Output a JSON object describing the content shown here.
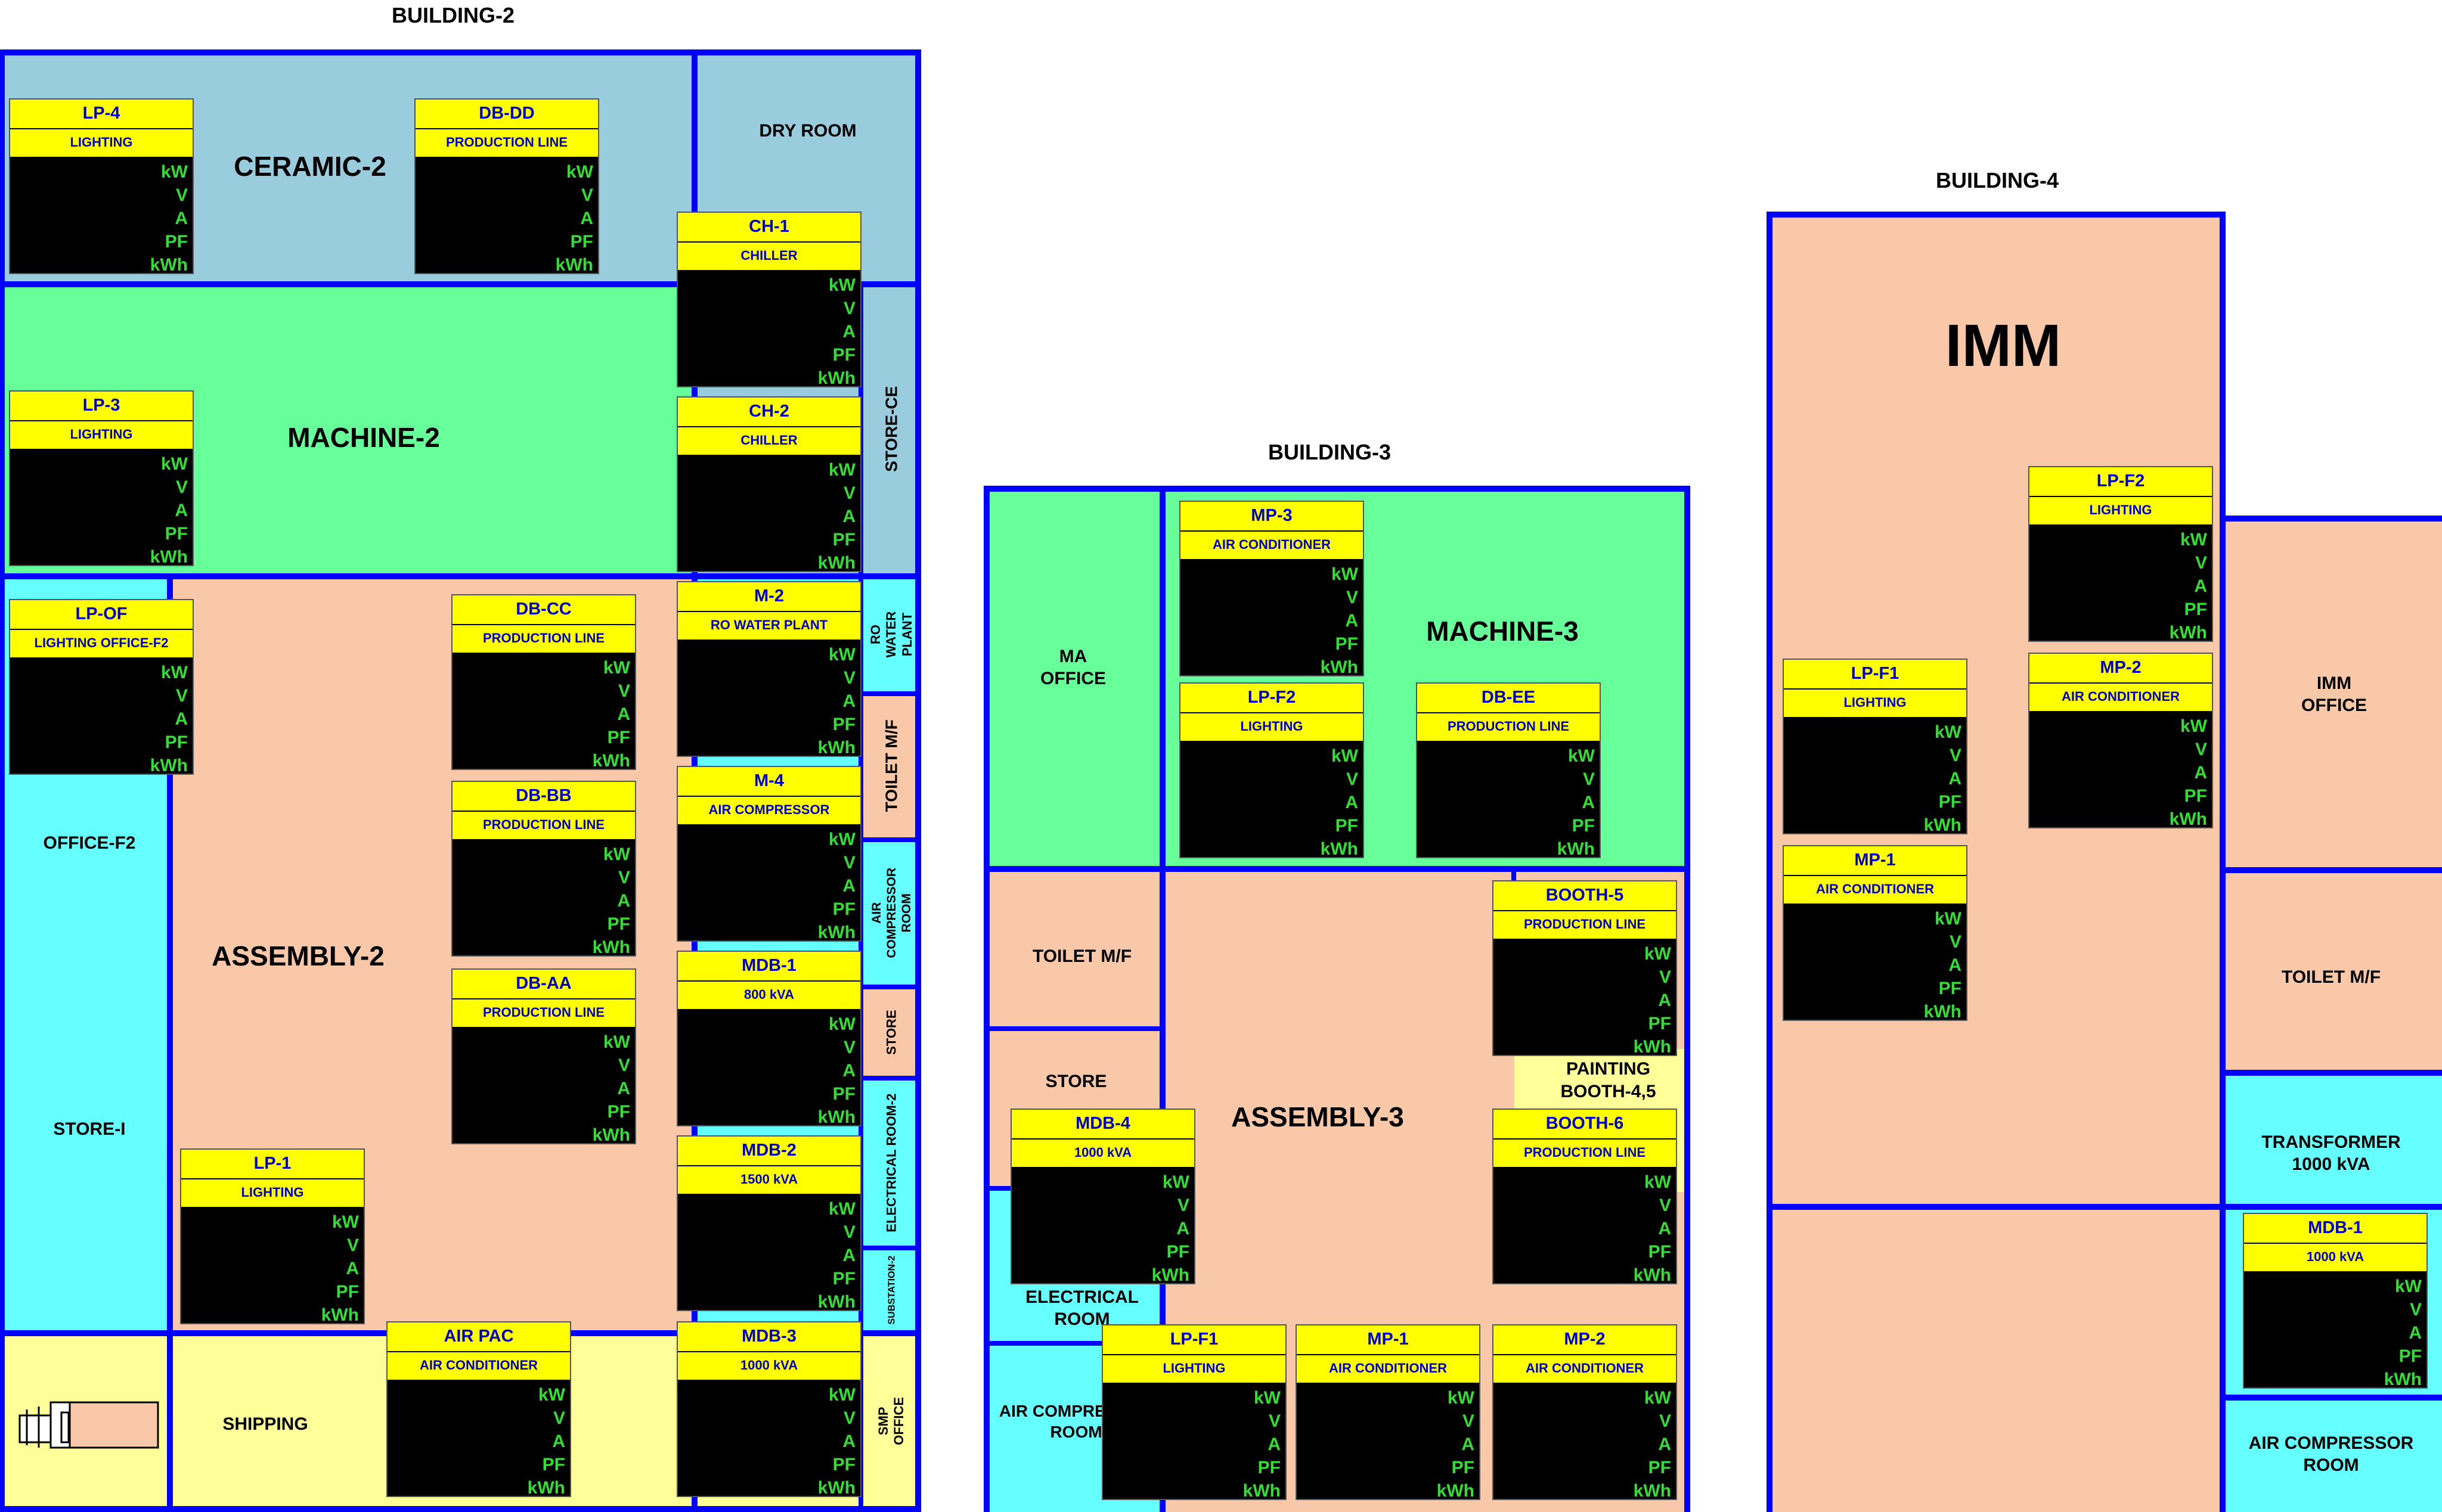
{
  "buildings": {
    "b2": "BUILDING-2",
    "b3": "BUILDING-3",
    "b4": "BUILDING-4"
  },
  "rooms": {
    "ceramic2": "CERAMIC-2",
    "dry_room": "DRY ROOM",
    "machine2": "MACHINE-2",
    "store_ce": "STORE-CE",
    "office_f2": "OFFICE-F2",
    "store_i": "STORE-I",
    "assembly2": "ASSEMBLY-2",
    "ro_water_plant": "RO WATER PLANT",
    "toilet_mf_b2": "TOILET M/F",
    "air_comp_room_b2": "AIR COMPRESSOR ROOM",
    "store_b2": "STORE",
    "electrical_room2": "ELECTRICAL ROOM-2",
    "substation2": "SUBSTATION-2",
    "smp_office": "SMP OFFICE",
    "shipping": "SHIPPING",
    "ma_office": "MA OFFICE",
    "machine3": "MACHINE-3",
    "toilet_mf_b3": "TOILET M/F",
    "store_b3": "STORE",
    "assembly3": "ASSEMBLY-3",
    "painting_booth": "PAINTING BOOTH-4,5",
    "electrical_room_b3": "ELECTRICAL ROOM",
    "air_comp_b3": "AIR COMPRESSOR ROOM",
    "imm": "IMM",
    "imm_office": "IMM OFFICE",
    "toilet_mf_b4": "TOILET M/F",
    "transformer": "TRANSFORMER 1000 kVA",
    "air_comp_room_b4": "AIR COMPRESSOR ROOM"
  },
  "units": [
    "kW",
    "V",
    "A",
    "PF",
    "kWh"
  ],
  "meters": [
    {
      "name": "LP-4",
      "type": "LIGHTING"
    },
    {
      "name": "DB-DD",
      "type": "PRODUCTION LINE"
    },
    {
      "name": "CH-1",
      "type": "CHILLER"
    },
    {
      "name": "LP-3",
      "type": "LIGHTING"
    },
    {
      "name": "CH-2",
      "type": "CHILLER"
    },
    {
      "name": "LP-OF",
      "type": "LIGHTING OFFICE-F2"
    },
    {
      "name": "DB-CC",
      "type": "PRODUCTION LINE"
    },
    {
      "name": "M-2",
      "type": "RO WATER PLANT"
    },
    {
      "name": "DB-BB",
      "type": "PRODUCTION LINE"
    },
    {
      "name": "M-4",
      "type": "AIR COMPRESSOR"
    },
    {
      "name": "DB-AA",
      "type": "PRODUCTION LINE"
    },
    {
      "name": "MDB-1",
      "type": "800 kVA"
    },
    {
      "name": "LP-1",
      "type": "LIGHTING"
    },
    {
      "name": "MDB-2",
      "type": "1500 kVA"
    },
    {
      "name": "AIR PAC",
      "type": "AIR CONDITIONER"
    },
    {
      "name": "MDB-3",
      "type": "1000 kVA"
    },
    {
      "name": "MP-3",
      "type": "AIR CONDITIONER"
    },
    {
      "name": "LP-F2",
      "type": "LIGHTING"
    },
    {
      "name": "DB-EE",
      "type": "PRODUCTION LINE"
    },
    {
      "name": "BOOTH-5",
      "type": "PRODUCTION LINE"
    },
    {
      "name": "MDB-4",
      "type": "1000 kVA"
    },
    {
      "name": "BOOTH-6",
      "type": "PRODUCTION LINE"
    },
    {
      "name": "LP-F1",
      "type": "LIGHTING"
    },
    {
      "name": "MP-1",
      "type": "AIR CONDITIONER"
    },
    {
      "name": "MP-2",
      "type": "AIR CONDITIONER"
    },
    {
      "name": "LP-F2",
      "type": "LIGHTING"
    },
    {
      "name": "LP-F1",
      "type": "LIGHTING"
    },
    {
      "name": "MP-2",
      "type": "AIR CONDITIONER"
    },
    {
      "name": "MP-1",
      "type": "AIR CONDITIONER"
    },
    {
      "name": "MDB-1",
      "type": "1000 kVA"
    }
  ],
  "colors": {
    "wall": "#0000ff",
    "ceramic": "#99ccdd",
    "machine": "#66ff99",
    "assembly": "#f8c8a8",
    "office": "#66ffff",
    "shipping": "#ffff99",
    "meter_header": "#ffff00",
    "meter_text": "#0000cc",
    "meter_units": "#33dd33"
  },
  "icons": {
    "truck": "truck-icon"
  }
}
